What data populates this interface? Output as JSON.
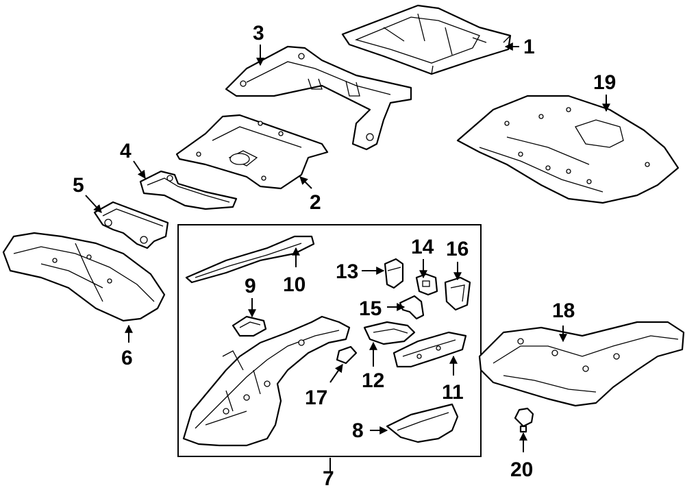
{
  "callouts": {
    "c1": "1",
    "c2": "2",
    "c3": "3",
    "c4": "4",
    "c5": "5",
    "c6": "6",
    "c7": "7",
    "c8": "8",
    "c9": "9",
    "c10": "10",
    "c11": "11",
    "c12": "12",
    "c13": "13",
    "c14": "14",
    "c15": "15",
    "c16": "16",
    "c17": "17",
    "c18": "18",
    "c19": "19",
    "c20": "20"
  },
  "colors": {
    "line": "#000000",
    "background": "#ffffff"
  }
}
